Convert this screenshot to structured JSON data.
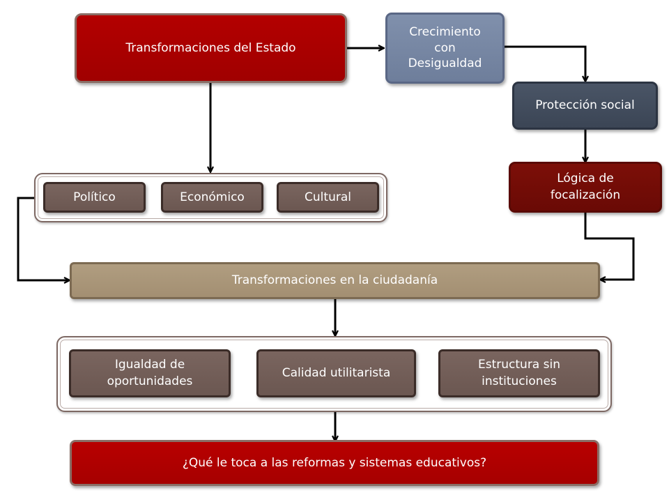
{
  "diagram": {
    "nodes": {
      "estado": "Transformaciones del Estado",
      "crecimiento": [
        "Crecimiento",
        "con",
        "Desigualdad"
      ],
      "proteccion": "Protección social",
      "logica": [
        "Lógica de",
        "focalización"
      ],
      "politico": "Político",
      "economico": "Económico",
      "cultural": "Cultural",
      "ciudadania": "Transformaciones en la ciudadanía",
      "igualdad": [
        "Igualdad de",
        "oportunidades"
      ],
      "calidad": "Calidad utilitarista",
      "estructura": [
        "Estructura sin",
        "instituciones"
      ],
      "pregunta": "¿Qué le toca a las reformas y sistemas educativos?"
    },
    "colors": {
      "red": "#a80000",
      "slate": "#7282a0",
      "navy": "#3f4a5a",
      "maroon": "#720c06",
      "taupe": "#a8957a",
      "brown": "#6f5b55",
      "connector": "#000000"
    }
  }
}
